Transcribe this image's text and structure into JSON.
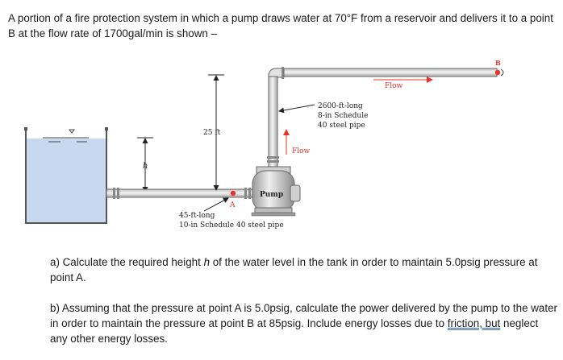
{
  "problem": {
    "intro_text": "A portion of a fire protection system in which a pump draws water at 70°F from a reservoir and delivers it to a point B at the flow rate of 1700gal/min is shown –",
    "question_a_text_1": "a) Calculate the required height ",
    "question_a_var": "h",
    "question_a_text_2": " of the water level in the tank in order to maintain 5.0psig pressure at point A.",
    "question_b_text_1": "b) Assuming that the pressure at point A is 5.0psig, calculate the power delivered by the pump to the water in order to maintain the pressure at point B at 85psig. Include energy losses due to ",
    "question_b_underlined": "friction, but",
    "question_b_text_2": " neglect any other energy losses."
  },
  "diagram": {
    "label_B": "B",
    "label_A": "A",
    "label_h": "h",
    "label_25ft": "25 ft",
    "label_flow_top": "Flow",
    "label_flow_vertical": "Flow",
    "label_pump": "Pump",
    "discharge_pipe_line1": "2600-ft-long",
    "discharge_pipe_line2": "8-in Schedule",
    "discharge_pipe_line3": "40 steel pipe",
    "suction_pipe_line1": "45-ft-long",
    "suction_pipe_line2": "10-in Schedule 40 steel pipe",
    "colors": {
      "water": "#c8d8ee",
      "pipe_fill": "#e4e4e4",
      "pipe_stroke": "#555555",
      "marker": "#e8322a",
      "flow_arrow": "#e8322a"
    }
  }
}
